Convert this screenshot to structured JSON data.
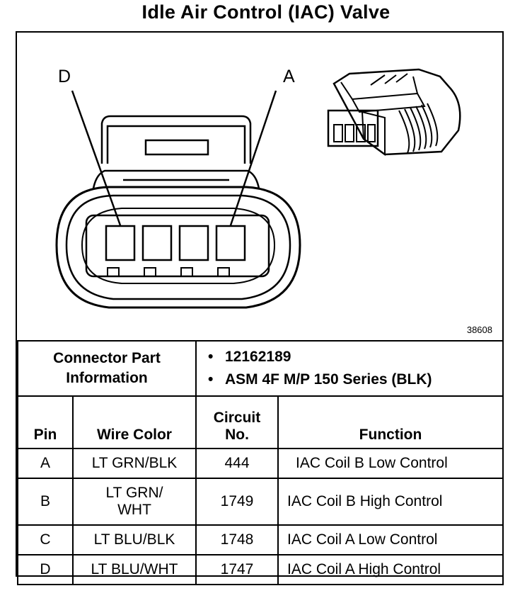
{
  "title": "Idle Air Control (IAC) Valve",
  "figure_code": "38608",
  "callouts": {
    "left": "D",
    "right": "A"
  },
  "connector_info": {
    "label_line1": "Connector Part",
    "label_line2": "Information",
    "items": [
      "12162189",
      "ASM 4F M/P 150 Series (BLK)"
    ]
  },
  "table": {
    "headers": {
      "pin": "Pin",
      "wire_color": "Wire Color",
      "circuit_line1": "Circuit",
      "circuit_line2": "No.",
      "function": "Function"
    },
    "rows": [
      {
        "pin": "A",
        "wire_line1": "LT GRN/BLK",
        "wire_line2": "",
        "circuit": "444",
        "function": "IAC Coil B Low Control"
      },
      {
        "pin": "B",
        "wire_line1": "LT GRN/",
        "wire_line2": "WHT",
        "circuit": "1749",
        "function": "IAC Coil B High Control"
      },
      {
        "pin": "C",
        "wire_line1": "LT BLU/BLK",
        "wire_line2": "",
        "circuit": "1748",
        "function": "IAC Coil A Low Control"
      },
      {
        "pin": "D",
        "wire_line1": "LT BLU/WHT",
        "wire_line2": "",
        "circuit": "1747",
        "function": "IAC Coil A High Control"
      }
    ]
  }
}
